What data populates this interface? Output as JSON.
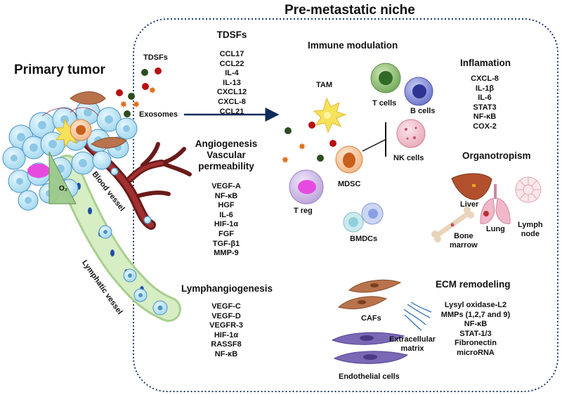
{
  "title": "Pre-metastatic niche",
  "primary_tumor": "Primary tumor",
  "o2": "O₂",
  "blood_vessel": "Blood vessel",
  "lymphatic_vessel": "Lymphatic vessel",
  "tdsfs_small": "TDSFs",
  "exosomes": "Exosomes",
  "tdsfs": {
    "heading": "TDSFs",
    "items": [
      "CCL17",
      "CCL22",
      "IL-4",
      "IL-13",
      "CXCL12",
      "CXCL-8",
      "CCL21"
    ]
  },
  "angiogenesis": {
    "heading": [
      "Angiogenesis",
      "Vascular",
      "permeability"
    ],
    "items": [
      "VEGF-A",
      "NF-κB",
      "HGF",
      "IL-6",
      "HIF-1α",
      "FGF",
      "TGF-β1",
      "MMP-9"
    ]
  },
  "lymphangiogenesis": {
    "heading": "Lymphangiogenesis",
    "items": [
      "VEGF-C",
      "VEGF-D",
      "VEGFR-3",
      "HIF-1α",
      "RASSF8",
      "NF-κB"
    ]
  },
  "immune": {
    "heading": "Immune modulation",
    "tam": "TAM",
    "t_cells": "T cells",
    "b_cells": "B cells",
    "nk_cells": "NK cells",
    "mdsc": "MDSC",
    "t_reg": "T reg",
    "bmdcs": "BMDCs"
  },
  "inflamation": {
    "heading": "Inflamation",
    "items": [
      "CXCL-8",
      "IL-1β",
      "IL-6",
      "STAT3",
      "NF-κB",
      "COX-2"
    ]
  },
  "organotropism": {
    "heading": "Organotropism",
    "liver": "Liver",
    "lung": "Lung",
    "lymph_node": [
      "Lymph",
      "node"
    ],
    "bone_marrow": [
      "Bone",
      "marrow"
    ]
  },
  "ecm": {
    "heading": "ECM remodeling",
    "items": [
      "Lysyl oxidase-L2",
      "MMPs (1,2,7 and 9)",
      "NF-κB",
      "STAT-1/3",
      "Fibronectin",
      "microRNA"
    ],
    "cafs": "CAFs",
    "extracellular_matrix": [
      "Extracellular",
      "matrix"
    ],
    "endothelial_cells": "Endothelial cells"
  },
  "colors": {
    "frame": "#1f3a6b",
    "arrow": "#0d2a5c",
    "tumor_cell": "#bfe6f7",
    "vessel": "#7a1f1f",
    "lymph": "#cfe9b5"
  }
}
